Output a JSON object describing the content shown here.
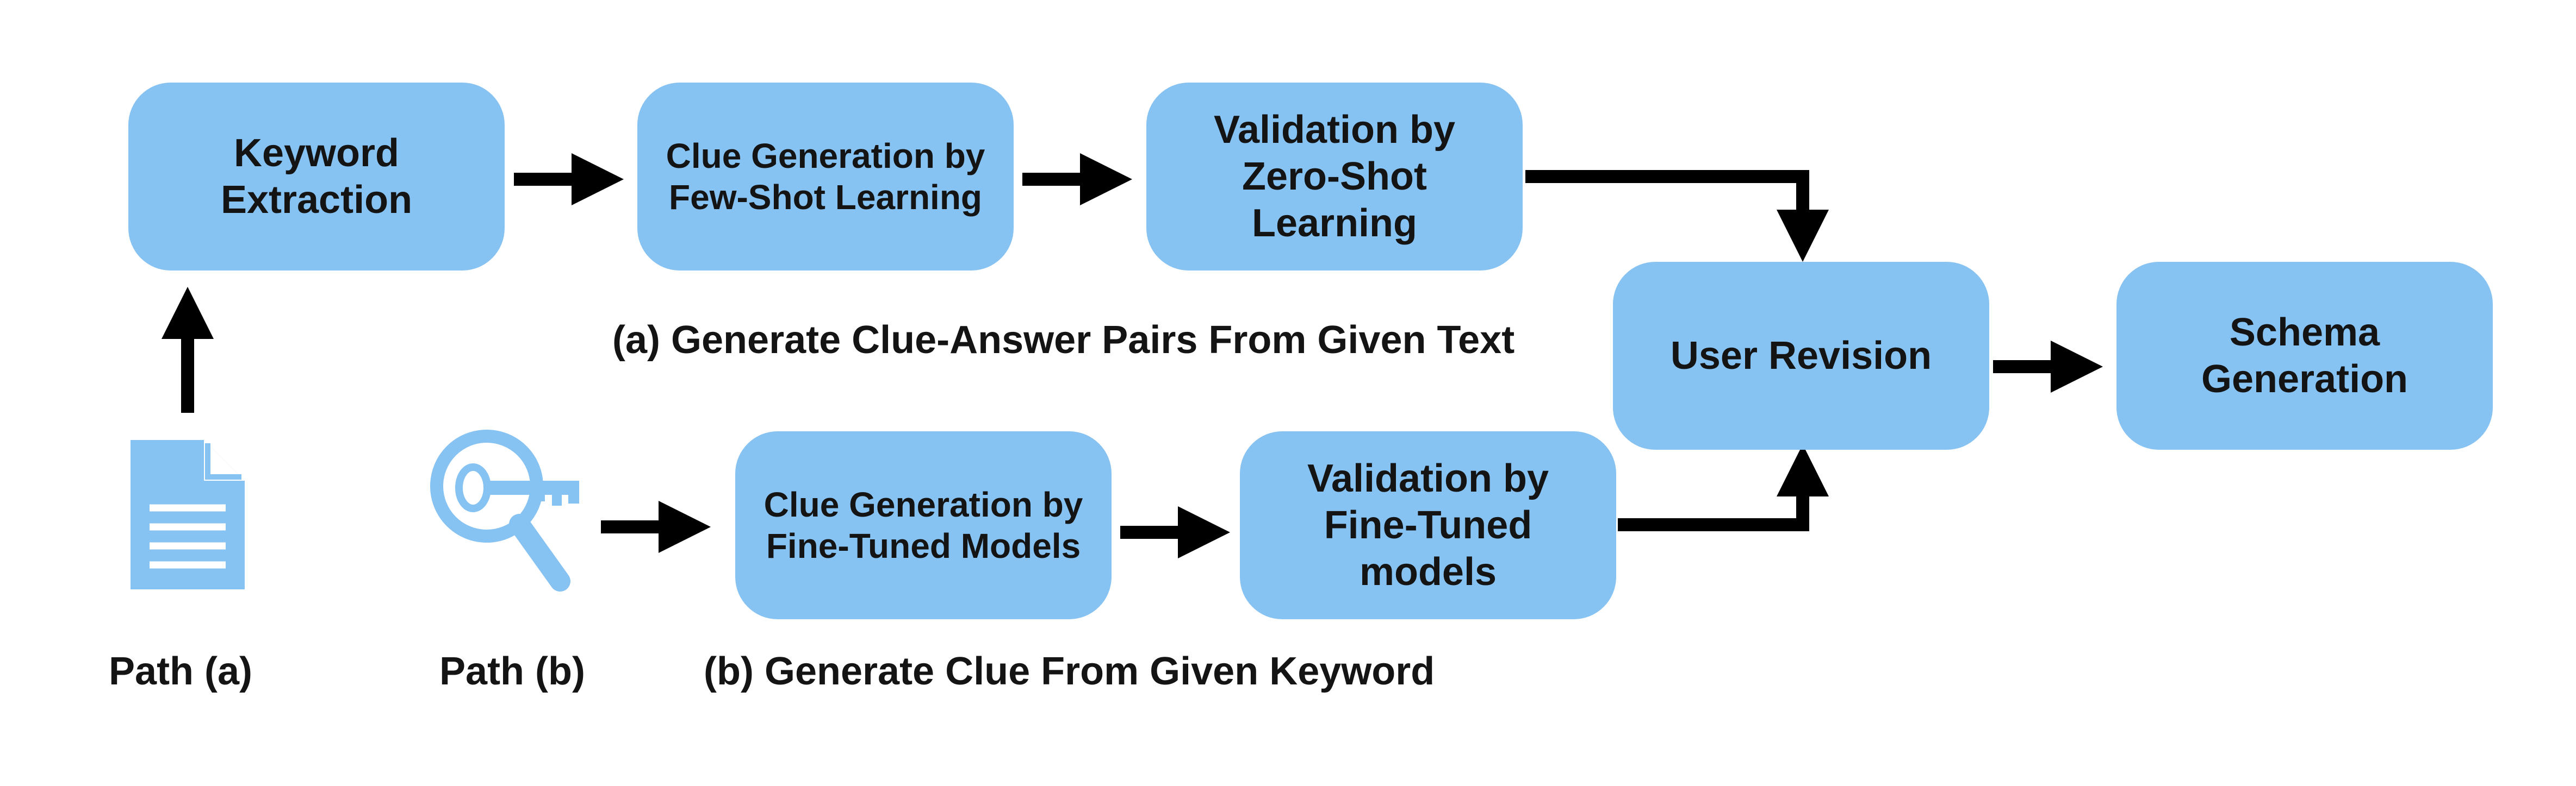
{
  "nodes": {
    "keyword_extraction": "Keyword\nExtraction",
    "clue_gen_few_shot": "Clue Generation by\nFew-Shot Learning",
    "validation_zero_shot": "Validation by\nZero-Shot\nLearning",
    "user_revision": "User Revision",
    "schema_generation": "Schema\nGeneration",
    "clue_gen_fine_tuned": "Clue Generation by\nFine-Tuned Models",
    "validation_fine_tuned": "Validation by\nFine-Tuned\nmodels"
  },
  "captions": {
    "path_a_title": "(a) Generate Clue-Answer Pairs From Given Text",
    "path_b_title": "(b) Generate Clue From Given Keyword",
    "path_a_label": "Path (a)",
    "path_b_label": "Path (b)"
  },
  "icons": {
    "path_a": "document-icon",
    "path_b": "key-magnifier-icon"
  },
  "colors": {
    "box_fill": "#86c2f2",
    "arrow": "#000000",
    "text": "#141414"
  }
}
